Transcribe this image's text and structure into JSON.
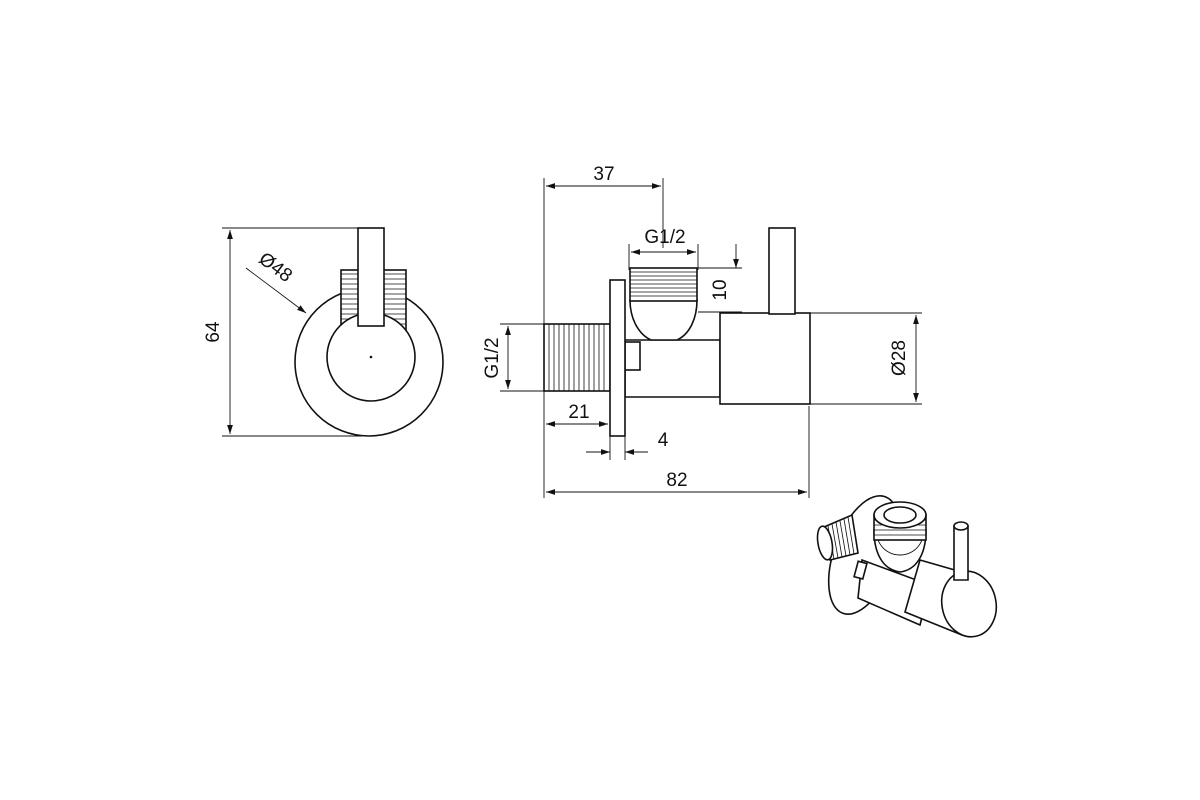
{
  "dimensions": {
    "front_height": "64",
    "front_diameter": "Ø48",
    "top_length": "37",
    "outlet_thread": "G1/2",
    "outlet_height": "10",
    "inlet_thread": "G1/2",
    "body_diameter": "Ø28",
    "inlet_length": "21",
    "flange_thickness": "4",
    "overall_length": "82"
  },
  "colors": {
    "line": "#111111",
    "background": "#ffffff"
  }
}
